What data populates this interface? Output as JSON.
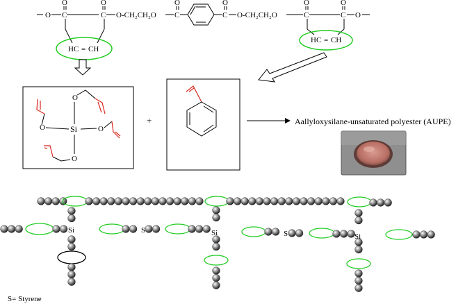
{
  "polyester": {
    "end_left": "O",
    "c_labels": [
      "C",
      "C",
      "C",
      "C",
      "C",
      "C"
    ],
    "o_labels": [
      "O",
      "O",
      "O",
      "O",
      "O",
      "O",
      "O"
    ],
    "segment_mid1": "O-CH₂CH₂O",
    "segment_mid2": "O-CH₂CH₂O",
    "ester_o_left": "O",
    "ester_o_right": "O",
    "end_right": "O",
    "vinyl_left": "HC",
    "vinyl_left_b": "CH",
    "vinyl_right": "HC",
    "vinyl_right_b": "CH",
    "double_bond": "="
  },
  "silane": {
    "center": "Si",
    "oxygens": [
      "O",
      "O",
      "O",
      "O"
    ]
  },
  "reaction": {
    "plus": "+",
    "product": "Aallyloxysilane-unsaturated polyester (AUPE)"
  },
  "network": {
    "si_labels": [
      "Si",
      "Si",
      "Si"
    ],
    "s_labels": [
      "S",
      "S"
    ],
    "legend": "S= Styrene"
  },
  "colors": {
    "ellipse_green": "#22cc22",
    "allyl_red": "#d9261c",
    "sample_dish": "#c9837a",
    "photo_bg": "#8f8f8f"
  }
}
